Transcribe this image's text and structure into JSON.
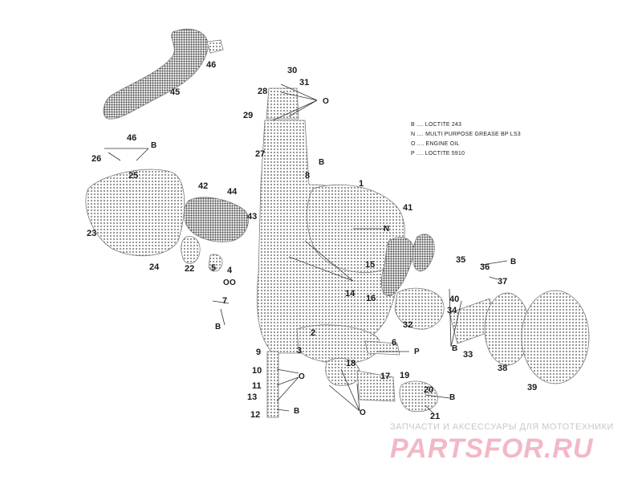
{
  "legend": [
    "B .... LOCTITE 243",
    "N .... MULTI PURPOSE GREASE BP LS3",
    "O .... ENGINE OIL",
    "P .... LOCTITE 5910"
  ],
  "watermark": {
    "tagline": "ЗАПЧАСТИ И АКСЕССУАРЫ ДЛЯ МОТОТЕХНИКИ",
    "logo": "PARTSFOR.RU",
    "logo_color": "#f2b8c6"
  },
  "callouts": [
    "46",
    "45",
    "46",
    "26",
    "25",
    "23",
    "24",
    "22",
    "42",
    "44",
    "43",
    "5",
    "4",
    "7",
    "9",
    "10",
    "11",
    "13",
    "12",
    "3",
    "2",
    "18",
    "17",
    "19",
    "20",
    "21",
    "6",
    "1",
    "41",
    "15",
    "14",
    "16",
    "32",
    "35",
    "36",
    "37",
    "40",
    "34",
    "33",
    "38",
    "39",
    "8",
    "27",
    "28",
    "29",
    "30",
    "31"
  ],
  "marks": [
    "B",
    "O",
    "B",
    "N",
    "O",
    "B",
    "O",
    "O",
    "B",
    "P",
    "B",
    "B",
    "B",
    "O"
  ],
  "colors": {
    "ink": "#1a1a1a",
    "part_fill": "#a0a0a0"
  }
}
